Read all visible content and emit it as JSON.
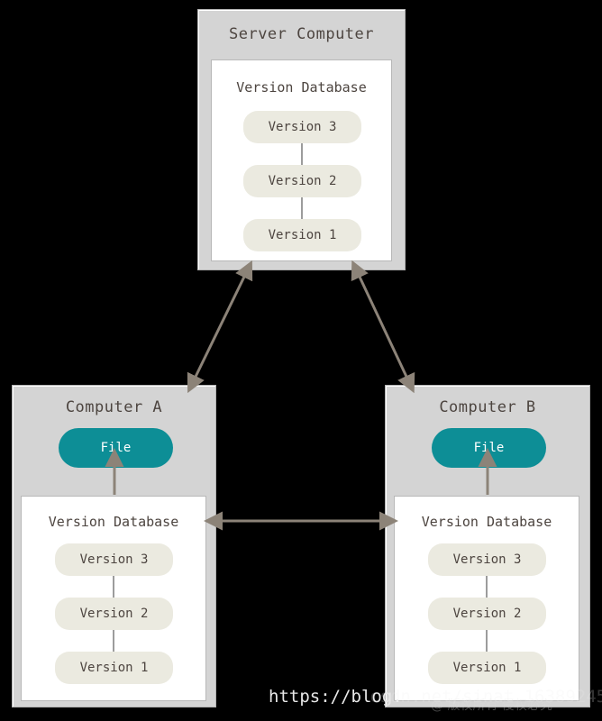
{
  "diagram": {
    "title_server": "Server Computer",
    "title_a": "Computer A",
    "title_b": "Computer B",
    "vdb_label": "Version Database",
    "file_label": "File",
    "versions": [
      "Version 3",
      "Version 2",
      "Version 1"
    ],
    "colors": {
      "machine_fill": "#d4d4d4",
      "machine_border": "#b3b3b3",
      "panel_fill": "#ffffff",
      "panel_border": "#b8b8b8",
      "pill_fill": "#ebeae0",
      "file_fill": "#0d8e96",
      "text": "#4d4540",
      "arrow": "#8c8378"
    }
  },
  "watermark": {
    "url_visible": "https://blog.",
    "url_faint": "csdn.net/sinat_16389245",
    "handle_faint": "@ 版权所有 侵权必究"
  }
}
